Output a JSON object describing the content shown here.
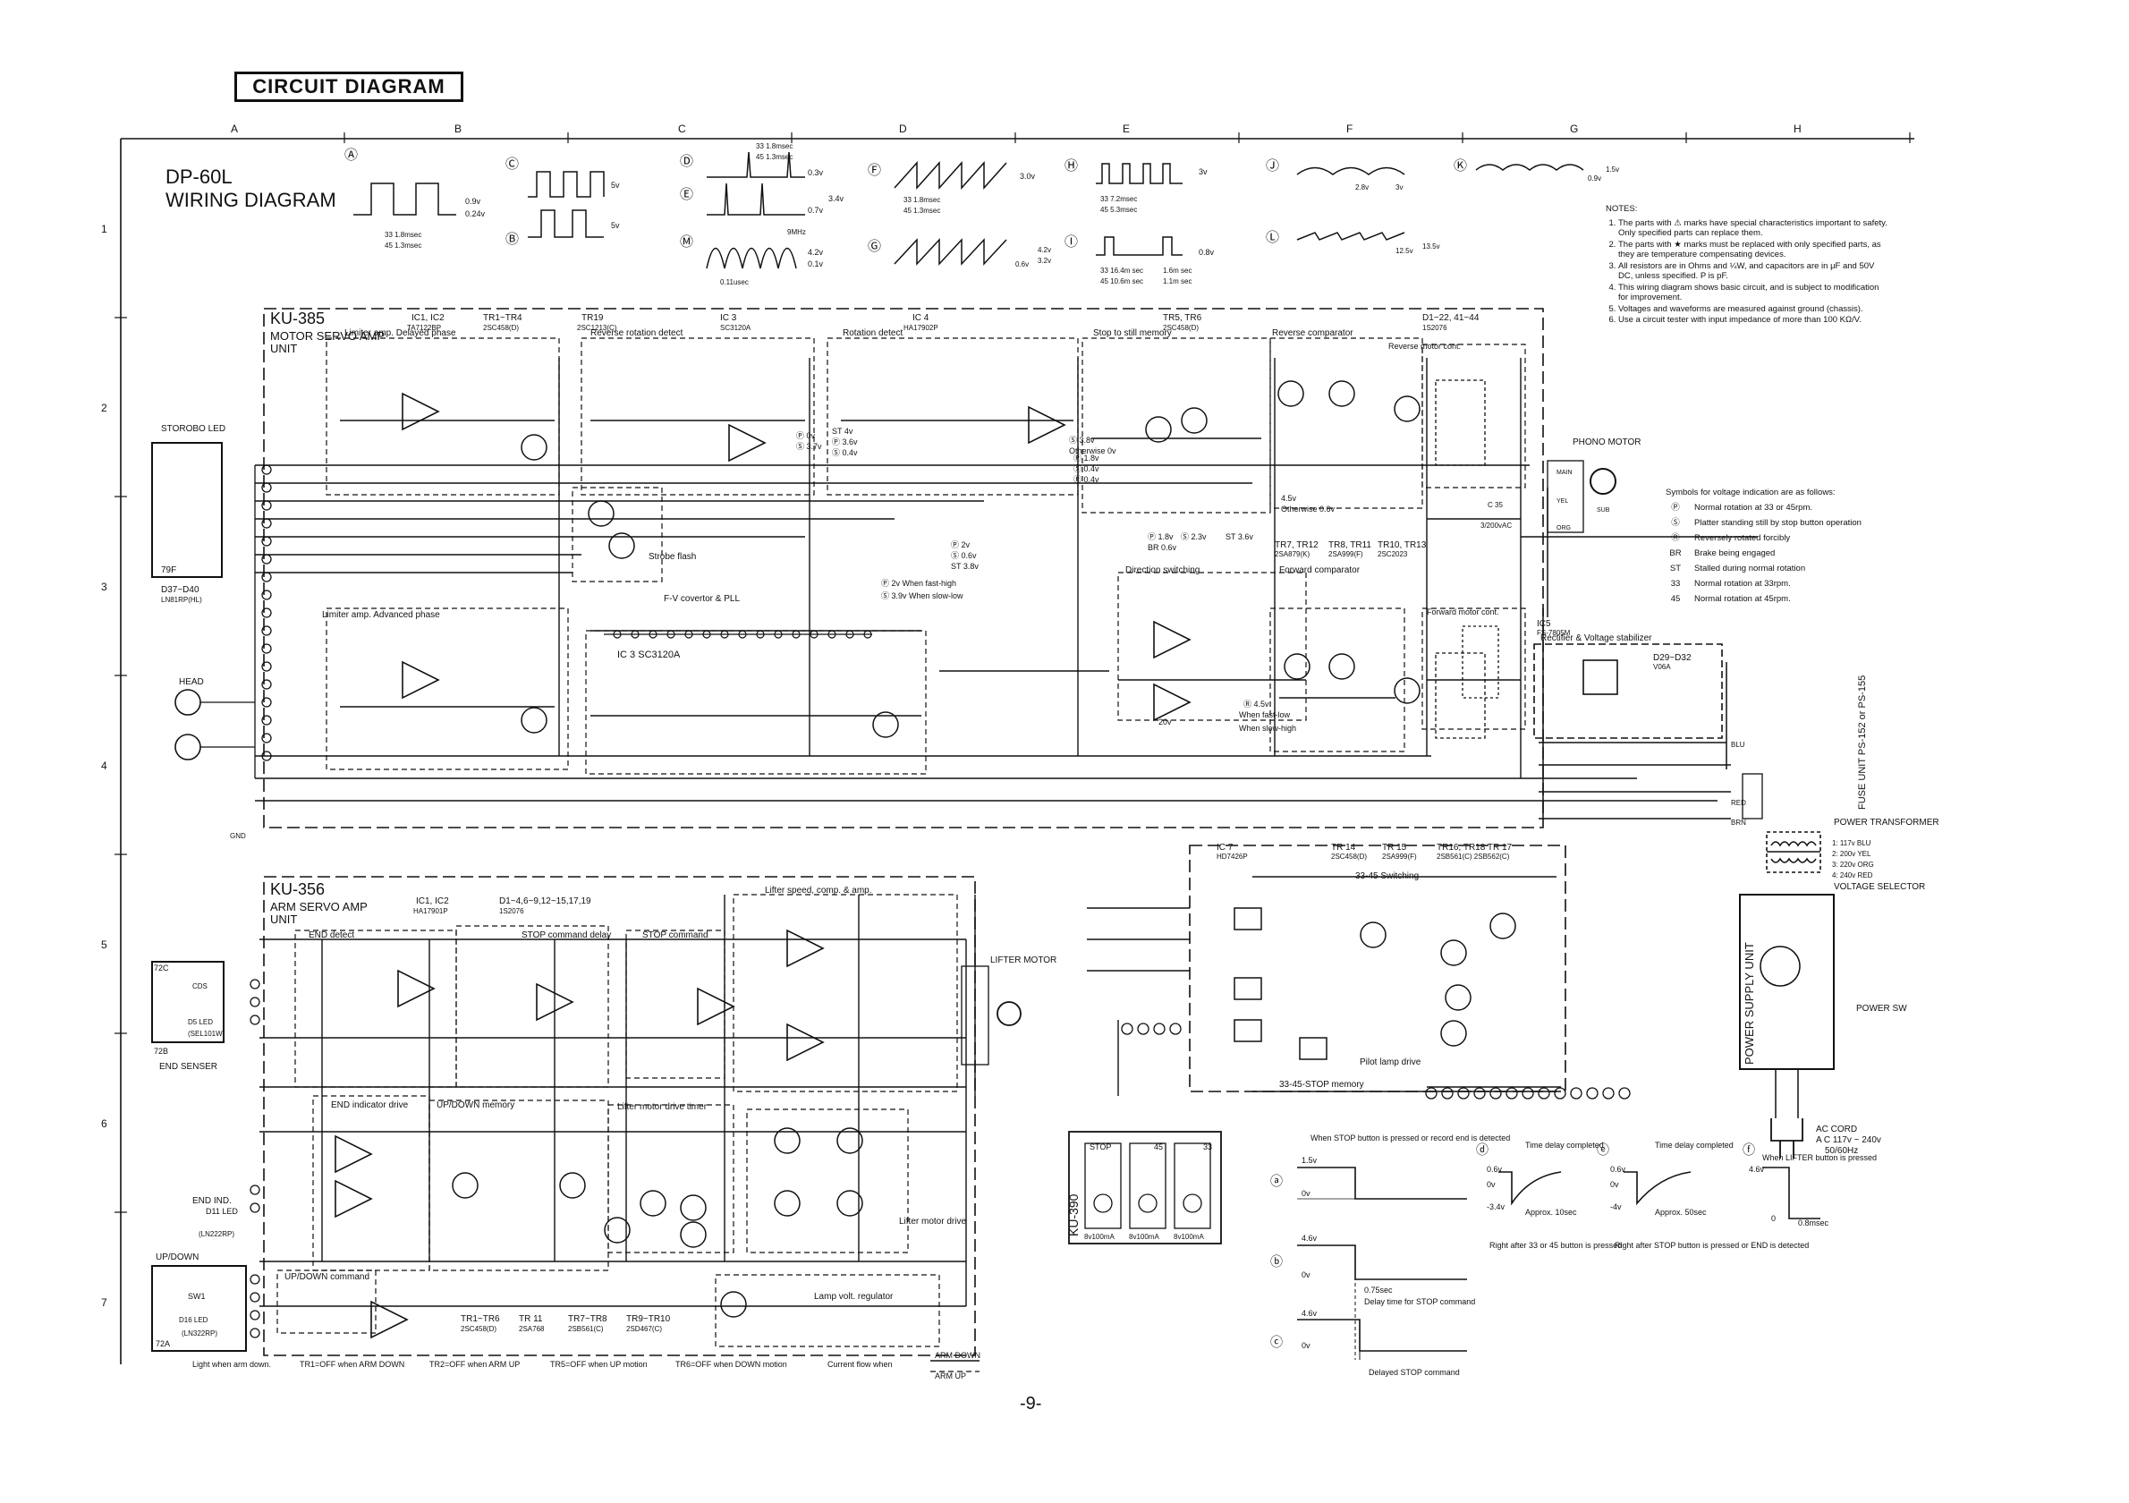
{
  "title": "CIRCUIT DIAGRAM",
  "model": {
    "line1": "DP-60L",
    "line2": "WIRING DIAGRAM"
  },
  "page_number": "-9-",
  "grid": {
    "columns": [
      "A",
      "B",
      "C",
      "D",
      "E",
      "F",
      "G",
      "H"
    ],
    "rows": [
      "1",
      "2",
      "3",
      "4",
      "5",
      "6",
      "7"
    ]
  },
  "notes": {
    "heading": "NOTES:",
    "items": [
      "The parts with ⚠ marks have special characteristics important to safety. Only specified parts can replace them.",
      "The parts with ★ marks must be replaced with only specified parts, as they are temperature compensating devices.",
      "All resistors are in Ohms and ¼W, and capacitors are in μF and 50V DC, unless specified. P is pF.",
      "This wiring diagram shows basic circuit, and is subject to modification for improvement.",
      "Voltages and waveforms are measured against ground (chassis).",
      "Use a circuit tester with input impedance of more than 100 KΩ/V."
    ]
  },
  "symbols": {
    "heading": "Symbols for voltage indication are as follows:",
    "items": [
      {
        "k": "Ⓟ",
        "v": "Normal rotation at 33 or 45rpm."
      },
      {
        "k": "Ⓢ",
        "v": "Platter standing still by stop button operation"
      },
      {
        "k": "Ⓡ",
        "v": "Reversely rotated forcibly"
      },
      {
        "k": "BR",
        "v": "Brake being engaged"
      },
      {
        "k": "ST",
        "v": "Stalled during normal rotation"
      },
      {
        "k": "33",
        "v": "Normal rotation at 33rpm."
      },
      {
        "k": "45",
        "v": "Normal rotation at 45rpm."
      }
    ]
  },
  "units": {
    "ku385": {
      "name": "KU-385",
      "desc1": "MOTOR SERVO AMP",
      "desc2": "UNIT"
    },
    "ku356": {
      "name": "KU-356",
      "desc1": "ARM SERVO AMP",
      "desc2": "UNIT"
    },
    "ku390": {
      "name": "KU-390"
    },
    "power": {
      "name": "POWER SUPPLY UNIT"
    },
    "fuse": {
      "name": "FUSE UNIT PS-152 or PS-155"
    }
  },
  "blocks": {
    "limiter_delayed": "Limiter amp. Delayed phase",
    "reverse_detect": "Reverse rotation detect",
    "rotation_detect": "Rotation detect",
    "stop_still": "Stop to still memory",
    "reverse_comp": "Reverse comparator",
    "reverse_motor": "Reverse motor cont.",
    "strobe_flash": "Strobe flash",
    "fv_pll": "F-V covertor & PLL",
    "direction": "Direction switching",
    "forward_comp": "Forward comparator",
    "forward_motor": "Forward motor cont.",
    "rectifier": "Rectifier & Voltage stabilizer",
    "limiter_adv": "Limiter amp. Advanced phase",
    "end_detect": "END detect",
    "stop_command": "STOP command",
    "stop_delay": "STOP command delay",
    "lifter_speed": "Lifter speed, comp. & amp.",
    "end_indicator": "END indicator drive",
    "updown_memory": "UP/DOWN memory",
    "lifter_timer": "Lifter motor drive timer",
    "lifter_drive": "Lifter motor drive",
    "updown_command": "UP/DOWN command",
    "lamp_volt": "Lamp volt. regulator",
    "switching_3345": "33-45 Switching",
    "pilot_lamp": "Pilot lamp drive",
    "stop_memory": "33-45-STOP memory"
  },
  "ics": {
    "ic1ic2_top": "IC1, IC2",
    "ic1ic2_top_p": "TA7122BP",
    "tr1tr4": "TR1~TR4",
    "tr1tr4_p": "2SC458(D)",
    "tr19": "TR19",
    "tr19_p": "2SC1213(C)",
    "ic3": "IC 3",
    "ic3_p": "SC3120A",
    "ic4": "IC 4",
    "ic4_p": "HA17902P",
    "tr5tr6": "TR5, TR6",
    "tr5tr6_p": "2SC458(D)",
    "d1d44": "D1~22, 41~44",
    "d1d44_p": "1S2076",
    "ic3_mid": "IC 3 SC3120A",
    "tr7tr12": "TR7, TR12",
    "tr7tr12_p": "2SA879(K)",
    "tr8tr11": "TR8, TR11",
    "tr8tr11_p": "2SA999(F)",
    "tr10tr13": "TR10, TR13",
    "tr10tr13_p": "2SC2023",
    "ic5": "IC5",
    "ic5_p": "FS-7805M",
    "d29d32": "D29~D32",
    "d29d32_p": "V06A",
    "ic1ic2_bot": "IC1, IC2",
    "ic1ic2_bot_p": "HA17901P",
    "d_bot": "D1~4,6~9,12~15,17,19",
    "d_bot_p": "1S2076",
    "ic7": "IC 7",
    "ic7_p": "HD7426P",
    "tr14": "TR 14",
    "tr14_p": "2SC458(D)",
    "tr15": "TR 15",
    "tr15_p": "2SA999(F)",
    "tr16": "TR16, TR18 TR 17",
    "tr16_p": "2SB561(C) 2SB562(C)",
    "tr1tr6_b": "TR1~TR6",
    "tr1tr6_b_p": "2SC458(D)",
    "tr11_b": "TR 11",
    "tr11_b_p": "2SA768",
    "tr7tr8_b": "TR7~TR8",
    "tr7tr8_b_p": "2SB561(C)",
    "tr9tr10_b": "TR9~TR10",
    "tr9tr10_b_p": "2SD467(C)"
  },
  "components": {
    "strobo_led": "STOROBO LED",
    "led_79f": "79F",
    "led_d37": "D37~D40",
    "led_d37_p": "LN81RP(HL)",
    "head": "HEAD",
    "gnd": "GND",
    "phono_motor": "PHONO MOTOR",
    "main": "MAIN",
    "sub": "SUB",
    "yel": "YEL",
    "org": "ORG",
    "c35": "C 35",
    "c35_v": "3/200vAC",
    "lifter_motor": "LIFTER MOTOR",
    "power_transformer": "POWER TRANSFORMER",
    "voltage_selector": "VOLTAGE SELECTOR",
    "power_sw": "POWER SW",
    "ac_cord": "AC CORD",
    "ac_cord_v1": "A C 117v ~ 240v",
    "ac_cord_v2": "50/60Hz",
    "blu": "BLU",
    "red": "RED",
    "brn": "BRN",
    "trafo_taps": [
      "1: 117v BLU",
      "2: 200v YEL",
      "3: 220v ORG",
      "4: 240v RED"
    ],
    "end_senser": "END SENSER",
    "c72": "72C",
    "c72b": "72B",
    "cds": "CDS",
    "d5led": "D5 LED",
    "sel": "(SEL101W)",
    "end_ind": "END IND.",
    "d11led": "D11 LED",
    "ln": "(LN222RP)",
    "updown": "UP/DOWN",
    "sw1": "SW1",
    "d16": "D16 LED",
    "a72": "72A",
    "ln322": "(LN322RP)",
    "stop": "STOP",
    "s45": "45",
    "s33": "33",
    "lamp": "8v100mA"
  },
  "waveforms": {
    "A": "Ⓐ",
    "B": "Ⓑ",
    "C": "Ⓒ",
    "D": "Ⓓ",
    "E": "Ⓔ",
    "F": "Ⓕ",
    "G": "Ⓖ",
    "H": "Ⓗ",
    "I": "Ⓘ",
    "J": "Ⓙ",
    "K": "Ⓚ",
    "L": "Ⓛ",
    "M": "Ⓜ",
    "a_v1": "0.9v",
    "a_v2": "0.24v",
    "a_t1": "33 1.8msec",
    "a_t2": "45 1.3msec",
    "b_v": "5v",
    "c_v": "5v",
    "d_v": "0.3v",
    "d_t1": "33 1.8msec",
    "d_t2": "45 1.3msec",
    "e_v1": "3.4v",
    "e_v2": "0.7v",
    "f_v": "3.0v",
    "f_t1": "33 1.8msec",
    "f_t2": "45 1.3msec",
    "g_v1": "4.2v",
    "g_v2": "3.2v",
    "g_v3": "0.6v",
    "m_v": "4.2v",
    "m_f": "9MHz",
    "m_v2": "0.1v",
    "m_t": "0.11usec",
    "h_v": "3v",
    "h_t1": "33 7.2msec",
    "h_t2": "45 5.3msec",
    "i_v": "0.8v",
    "i_t1": "33 16.4m sec",
    "i_t2": "45 10.6m sec",
    "i_t3": "1.6m sec",
    "i_t4": "1.1m sec",
    "j_v1": "2.8v",
    "j_v2": "3v",
    "k_v1": "1.5v",
    "k_v2": "0.9v",
    "l_v1": "12.5v",
    "l_v2": "13.5v"
  },
  "timing": {
    "heading": "When STOP button is pressed or record end is detected",
    "a": "ⓐ",
    "b": "ⓑ",
    "c": "ⓒ",
    "d": "ⓓ",
    "e": "ⓔ",
    "f": "ⓕ",
    "a_v1": "1.5v",
    "a_v2": "0v",
    "b_v1": "4.6v",
    "b_v2": "0v",
    "c_v1": "4.6v",
    "c_v2": "0v",
    "delay": "0.75sec",
    "delay_note": "Delay time for STOP command",
    "delayed": "Delayed STOP command",
    "d_title": "Time delay completed",
    "d_v1": "0.6v",
    "d_v2": "0v",
    "d_v3": "-3.4v",
    "d_approx": "Approx. 10sec",
    "d_note": "Right after 33 or 45 button is pressed",
    "e_title": "Time delay completed",
    "e_v1": "0.6v",
    "e_v2": "0v",
    "e_v3": "-4v",
    "e_approx": "Approx. 50sec",
    "e_note": "Right after STOP button is pressed or END is detected",
    "f_title": "When LIFTER button is pressed",
    "f_v1": "4.6v",
    "f_v2": "0",
    "f_v3": "0.8msec"
  },
  "legend": {
    "light": "Light when arm down.",
    "t1": "TR1=OFF when ARM DOWN",
    "t2": "TR2=OFF when ARM UP",
    "t5": "TR5=OFF when UP motion",
    "t6": "TR6=OFF when DOWN motion",
    "current": "Current flow when",
    "down": "ARM DOWN",
    "up": "ARM UP"
  },
  "volts": {
    "p1": "Ⓟ 0v",
    "p2": "Ⓢ 3.7v",
    "cs": "ST 4v",
    "p4": "Ⓟ 3.6v",
    "p5": "Ⓢ 0.4v",
    "s1": "Ⓢ 3.8v",
    "s2": "Otherwise 0v",
    "pv": "Ⓟ 1.8v",
    "pv2": "Ⓢ 0.4v",
    "pv3": "Ⓡ 0.4v",
    "dir1": "Ⓟ 1.8v",
    "dir2": "BR 0.6v",
    "dir3": "Ⓢ 2.3v",
    "dir4": "ST 3.6v",
    "m1": "Ⓟ 2v",
    "m2": "Ⓢ 0.6v",
    "m3": "ST 3.8v",
    "m4": "Ⓟ 2v When fast-high",
    "m5": "Ⓢ 3.9v When slow-low",
    "r45": "4.5v",
    "r45b": "Otherwise 0.6v",
    "f1": "Ⓡ 4.5v",
    "f2": "When fast-low",
    "f3": "20v",
    "f4": "When slow-high"
  }
}
